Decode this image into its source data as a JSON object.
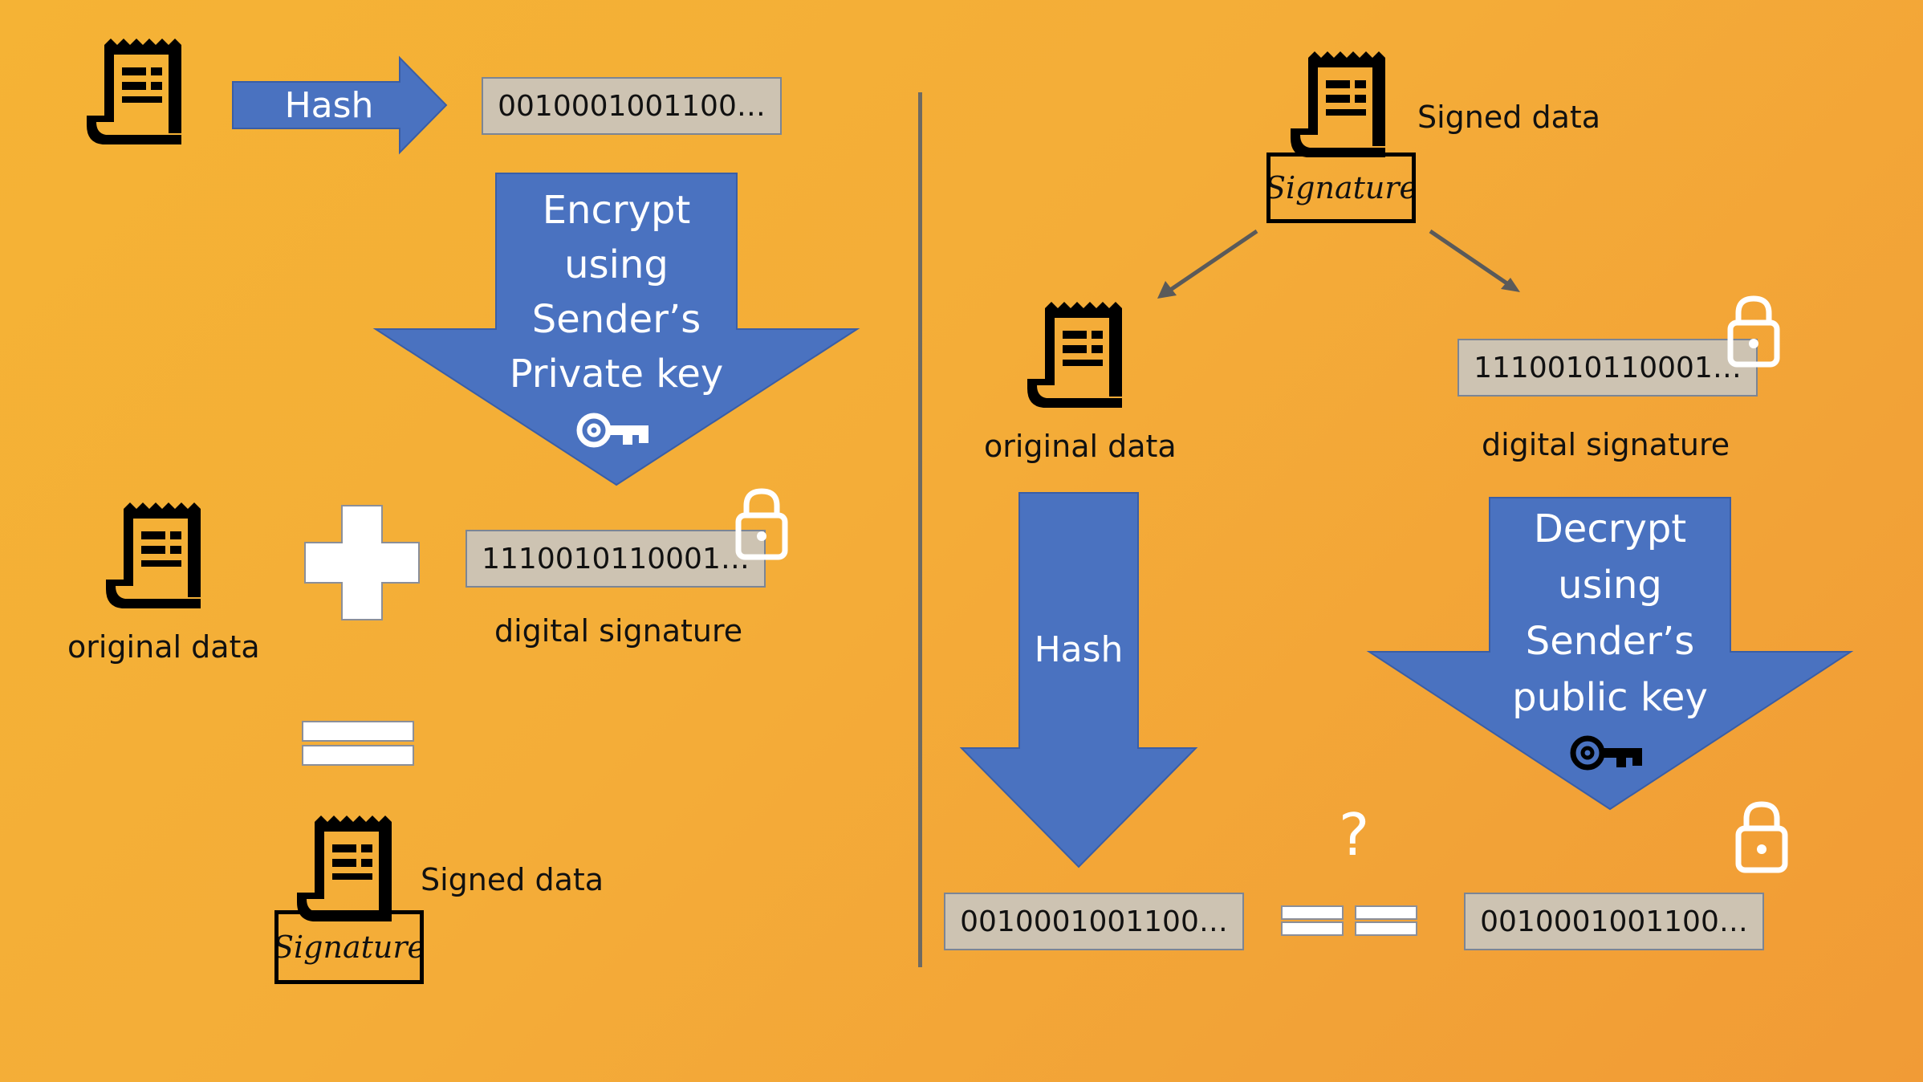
{
  "left": {
    "hash_label": "Hash",
    "hash_value": "0010001001100…",
    "encrypt_lines": [
      "Encrypt",
      "using",
      "Sender’s",
      "Private key"
    ],
    "signature_value": "1110010110001…",
    "original_data_label": "original data",
    "digital_signature_label": "digital signature",
    "signed_data_label": "Signed data",
    "signature_stamp": "Signature"
  },
  "right": {
    "signed_data_label": "Signed data",
    "signature_stamp": "Signature",
    "original_data_label": "original data",
    "signature_value": "1110010110001…",
    "digital_signature_label": "digital signature",
    "hash_label": "Hash",
    "decrypt_lines": [
      "Decrypt",
      "using",
      "Sender’s",
      "public key"
    ],
    "question_mark": "?",
    "hash_result_value": "0010001001100…",
    "decrypted_value": "0010001001100…"
  },
  "colors": {
    "background": "#f4ad38",
    "arrow_blue": "#4a72c0",
    "databox": "#cdc3b2"
  }
}
